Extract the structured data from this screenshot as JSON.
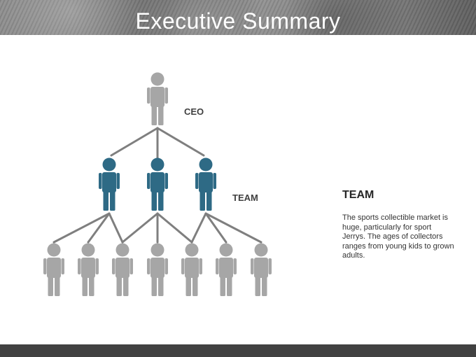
{
  "header": {
    "title": "Executive Summary"
  },
  "org_chart": {
    "ceo_label": "CEO",
    "team_label": "TEAM",
    "colors": {
      "ceo": "#a6a6a6",
      "team": "#2e6a85",
      "staff": "#a6a6a6",
      "connector": "#7f7f7f"
    }
  },
  "side_panel": {
    "heading": "TEAM",
    "body": "The sports collectible market is huge, particularly for sport Jerrys. The ages of collectors ranges from young kids to grown adults."
  }
}
